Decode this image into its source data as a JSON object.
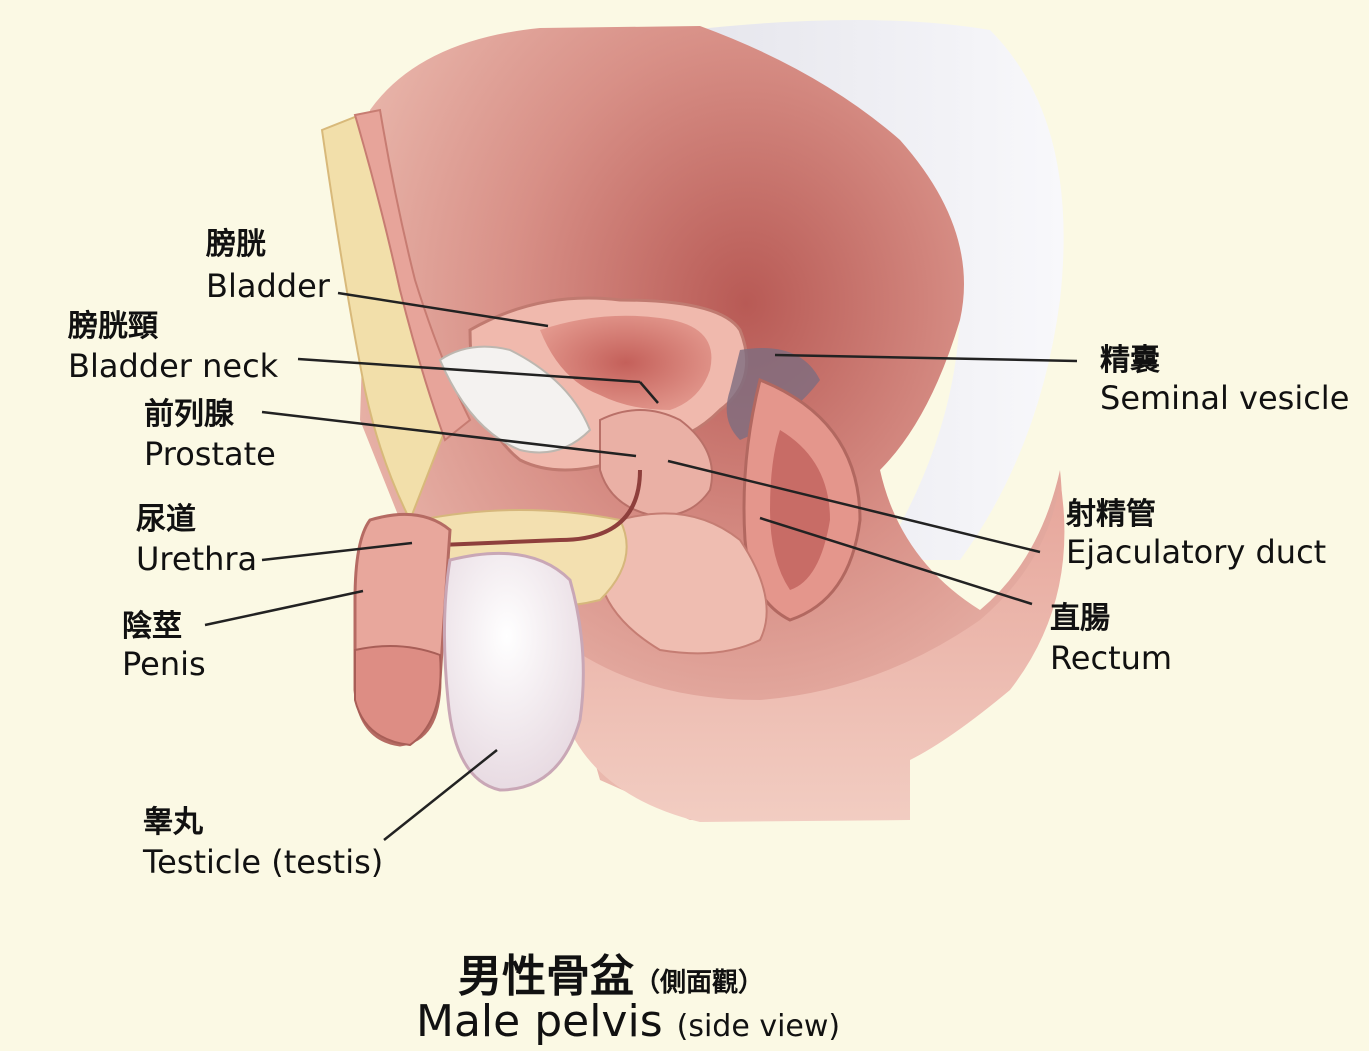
{
  "labels": {
    "bladder": {
      "zh": "膀胱",
      "en": "Bladder"
    },
    "bladder_neck": {
      "zh": "膀胱頸",
      "en": "Bladder neck"
    },
    "prostate": {
      "zh": "前列腺",
      "en": "Prostate"
    },
    "urethra": {
      "zh": "尿道",
      "en": "Urethra"
    },
    "penis": {
      "zh": "陰莖",
      "en": "Penis"
    },
    "testicle": {
      "zh": "睾丸",
      "en": "Testicle (testis)"
    },
    "seminal_vesicle": {
      "zh": "精囊",
      "en": "Seminal vesicle"
    },
    "ejaculatory_duct": {
      "zh": "射精管",
      "en": "Ejaculatory duct"
    },
    "rectum": {
      "zh": "直腸",
      "en": "Rectum"
    }
  },
  "caption": {
    "zh_main": "男性骨盆",
    "zh_sub": "（側面觀）",
    "en_main": "Male pelvis",
    "en_sub": "(side view)"
  },
  "colors": {
    "background": "#fbf9e4",
    "tissue": "#e8a9a0",
    "tissue_dark": "#c9736e",
    "tissue_light": "#f5d2c9",
    "fat": "#f3e2b0",
    "testis": "#efe4ea",
    "leader_line": "#222222"
  }
}
